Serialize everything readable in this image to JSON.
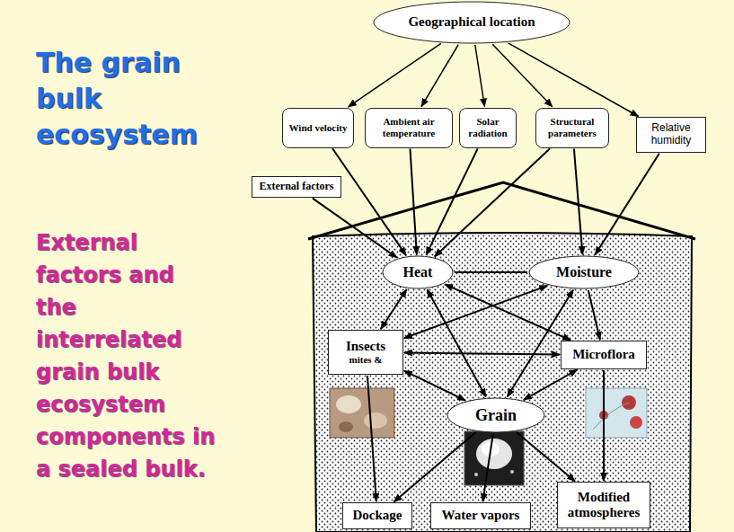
{
  "diagram": {
    "title": "The grain bulk ecosystem",
    "caption": "External factors and the interrelated grain bulk ecosystem components in a sealed bulk.",
    "nodes": [
      {
        "text": [
          "Geographical location"
        ]
      },
      {
        "text": [
          "Wind velocity"
        ]
      },
      {
        "text": [
          "Ambient air temperature"
        ]
      },
      {
        "text": [
          "Solar radiation"
        ]
      },
      {
        "text": [
          "Structural parameters"
        ]
      },
      {
        "text": [
          "Relative humidity"
        ]
      },
      {
        "text": [
          "External factors"
        ]
      },
      {
        "text": [
          "Heat"
        ]
      },
      {
        "text": [
          "Moisture"
        ]
      },
      {
        "text": [
          "Insects",
          "mites &"
        ]
      },
      {
        "text": [
          "Microflora"
        ]
      },
      {
        "text": [
          "Grain"
        ]
      },
      {
        "text": [
          "Dockage"
        ]
      },
      {
        "text": [
          "Water vapors"
        ]
      },
      {
        "text": [
          "Modified atmospheres"
        ]
      }
    ],
    "edges": [
      {
        "from": 0,
        "to": 1,
        "arrow": "to"
      },
      {
        "from": 0,
        "to": 2,
        "arrow": "to"
      },
      {
        "from": 0,
        "to": 3,
        "arrow": "to"
      },
      {
        "from": 0,
        "to": 4,
        "arrow": "to"
      },
      {
        "from": 0,
        "to": 5,
        "arrow": "to"
      },
      {
        "from": 1,
        "to": 7,
        "arrow": "to"
      },
      {
        "from": 2,
        "to": 7,
        "arrow": "to"
      },
      {
        "from": 3,
        "to": 7,
        "arrow": "to"
      },
      {
        "from": 4,
        "to": 7,
        "arrow": "to"
      },
      {
        "from": 4,
        "to": 8,
        "arrow": "to"
      },
      {
        "from": 5,
        "to": 8,
        "arrow": "to"
      },
      {
        "from": 6,
        "to": 7,
        "arrow": "to"
      },
      {
        "from": 7,
        "to": 8,
        "arrow": "none"
      },
      {
        "from": 7,
        "to": 9,
        "arrow": "both"
      },
      {
        "from": 7,
        "to": 10,
        "arrow": "both"
      },
      {
        "from": 7,
        "to": 11,
        "arrow": "both"
      },
      {
        "from": 8,
        "to": 9,
        "arrow": "both"
      },
      {
        "from": 8,
        "to": 10,
        "arrow": "to"
      },
      {
        "from": 8,
        "to": 11,
        "arrow": "both"
      },
      {
        "from": 9,
        "to": 10,
        "arrow": "both"
      },
      {
        "from": 9,
        "to": 11,
        "arrow": "both"
      },
      {
        "from": 10,
        "to": 11,
        "arrow": "both"
      },
      {
        "from": 9,
        "to": 12,
        "arrow": "to"
      },
      {
        "from": 11,
        "to": 12,
        "arrow": "to"
      },
      {
        "from": 11,
        "to": 13,
        "arrow": "to"
      },
      {
        "from": 11,
        "to": 14,
        "arrow": "to"
      },
      {
        "from": 10,
        "to": 14,
        "arrow": "to"
      }
    ]
  }
}
